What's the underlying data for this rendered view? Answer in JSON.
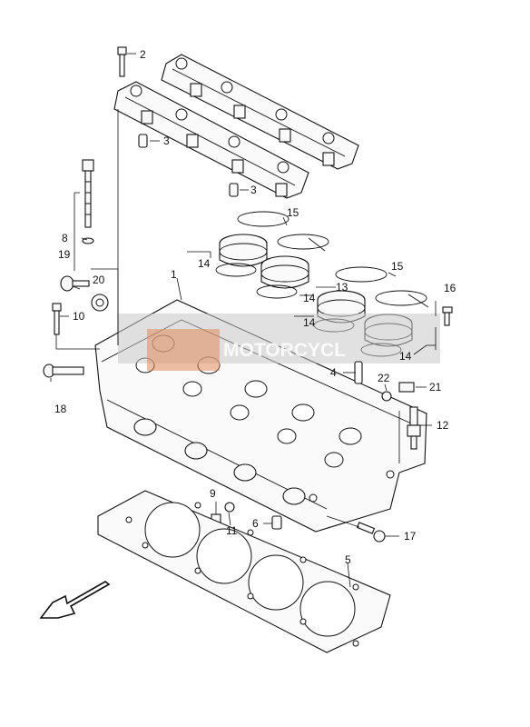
{
  "watermark": {
    "text": "MOTORCYCL",
    "band_color": "#c8c8c8",
    "badge_color": "#e08a5a"
  },
  "callouts": [
    {
      "id": "1",
      "text": "1"
    },
    {
      "id": "2",
      "text": "2"
    },
    {
      "id": "3a",
      "text": "3"
    },
    {
      "id": "3b",
      "text": "3"
    },
    {
      "id": "4",
      "text": "4"
    },
    {
      "id": "5",
      "text": "5"
    },
    {
      "id": "6",
      "text": "6"
    },
    {
      "id": "8",
      "text": "8"
    },
    {
      "id": "9",
      "text": "9"
    },
    {
      "id": "10",
      "text": "10"
    },
    {
      "id": "11",
      "text": "11"
    },
    {
      "id": "12",
      "text": "12"
    },
    {
      "id": "13",
      "text": "13"
    },
    {
      "id": "14a",
      "text": "14"
    },
    {
      "id": "14b",
      "text": "14"
    },
    {
      "id": "14c",
      "text": "14"
    },
    {
      "id": "14d",
      "text": "14"
    },
    {
      "id": "15a",
      "text": "15"
    },
    {
      "id": "15b",
      "text": "15"
    },
    {
      "id": "16",
      "text": "16"
    },
    {
      "id": "17",
      "text": "17"
    },
    {
      "id": "18",
      "text": "18"
    },
    {
      "id": "19",
      "text": "19"
    },
    {
      "id": "20",
      "text": "20"
    },
    {
      "id": "21",
      "text": "21"
    },
    {
      "id": "22",
      "text": "22"
    }
  ],
  "front_arrow_icon": "front-direction-arrow-icon"
}
